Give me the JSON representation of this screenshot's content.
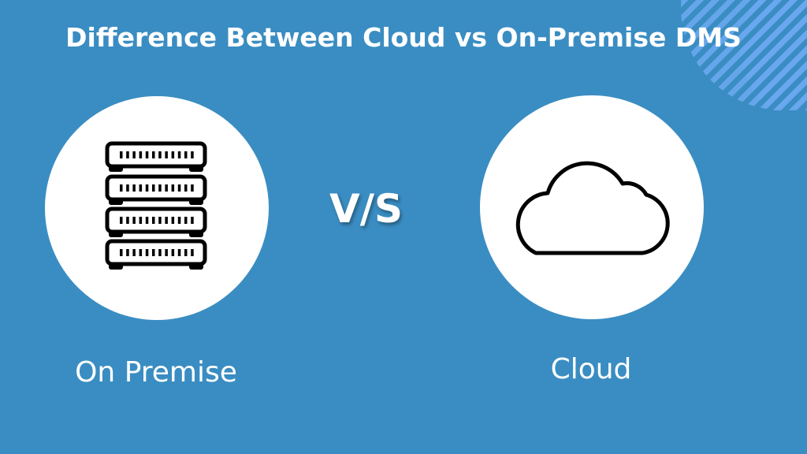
{
  "title": "Difference Between Cloud vs On-Premise DMS",
  "separator": "V/S",
  "left": {
    "label": "On Premise",
    "icon": "server-rack-icon"
  },
  "right": {
    "label": "Cloud",
    "icon": "cloud-icon"
  },
  "colors": {
    "background": "#3a8dc2",
    "accent": "#6aa9f0",
    "circle": "#ffffff"
  }
}
